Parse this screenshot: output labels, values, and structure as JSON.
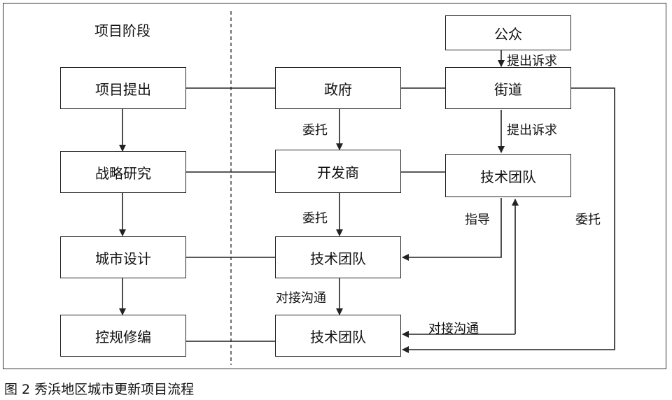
{
  "heading": "项目阶段",
  "caption": "图 2  秀浜地区城市更新项目流程",
  "stages": [
    "项目提出",
    "战略研究",
    "城市设计",
    "控规修编"
  ],
  "actors": {
    "public": "公众",
    "government": "政府",
    "street": "街道",
    "developer": "开发商",
    "tech_team_top": "技术团队",
    "tech_team_mid": "技术团队",
    "tech_team_bottom": "技术团队"
  },
  "edge_labels": {
    "appeal_top": "提出诉求",
    "appeal_mid": "提出诉求",
    "commission_gov": "委托",
    "commission_dev": "委托",
    "commission_street": "委托",
    "guide": "指导",
    "liaison_left": "对接沟通",
    "liaison_right": "对接沟通"
  }
}
